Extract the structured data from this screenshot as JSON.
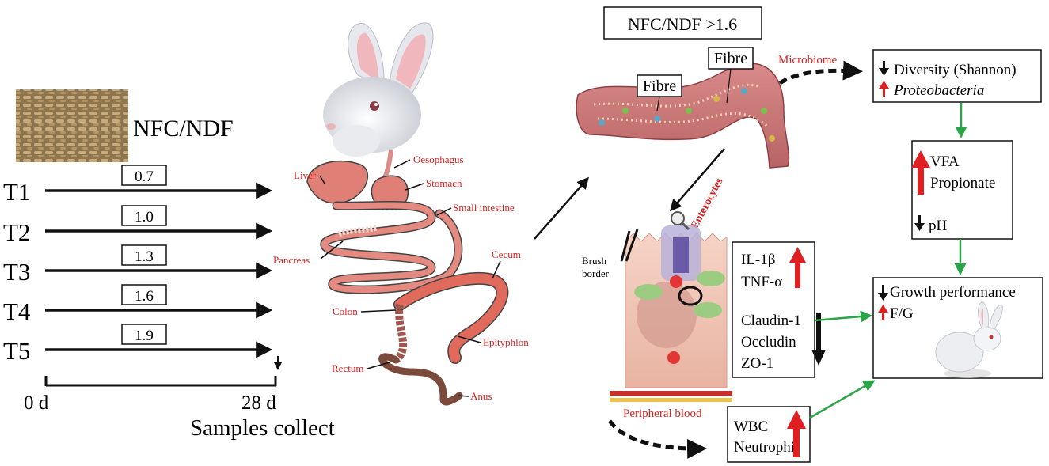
{
  "feed": {
    "ratio_label": "NFC/NDF",
    "groups": [
      {
        "name": "T1",
        "ratio": "0.7"
      },
      {
        "name": "T2",
        "ratio": "1.0"
      },
      {
        "name": "T3",
        "ratio": "1.3"
      },
      {
        "name": "T4",
        "ratio": "1.6"
      },
      {
        "name": "T5",
        "ratio": "1.9"
      }
    ],
    "timeline": {
      "start": "0 d",
      "end": "28 d",
      "caption": "Samples collect"
    }
  },
  "anatomy": {
    "labels": {
      "oesophagus": "Oesophagus",
      "liver": "Liver",
      "stomach": "Stomach",
      "small_intestine": "Small intestine",
      "pancreas": "Pancreas",
      "cecum": "Cecum",
      "colon": "Colon",
      "epityphlon": "Epityphlon",
      "rectum": "Rectum",
      "anus": "Anus"
    }
  },
  "gut": {
    "threshold": "NFC/NDF >1.6",
    "fibre_1": "Fibre",
    "fibre_2": "Fibre",
    "microbiome": "Microbiome",
    "enterocytes": "Enterocytes"
  },
  "cell": {
    "brush_border": "Brush\nborder",
    "brush_border_l1": "Brush",
    "brush_border_l2": "border",
    "peripheral_blood": "Peripheral blood",
    "cytokines": [
      "IL-1β",
      "TNF-α"
    ],
    "tight_junctions": [
      "Claudin-1",
      "Occludin",
      "ZO-1"
    ]
  },
  "outcomes": {
    "diversity": "Diversity (Shannon)",
    "proteobacteria": "Proteobacteria",
    "vfa": "VFA",
    "propionate": "Propionate",
    "ph": "pH",
    "growth": "Growth performance",
    "fg": "F/G",
    "wbc": "WBC",
    "neutrophil": "Neutrophil"
  },
  "colors": {
    "up_arrow": "#e02020",
    "down_arrow": "#111111",
    "flow_arrow": "#2aa548",
    "label_red": "#d91f1f"
  }
}
